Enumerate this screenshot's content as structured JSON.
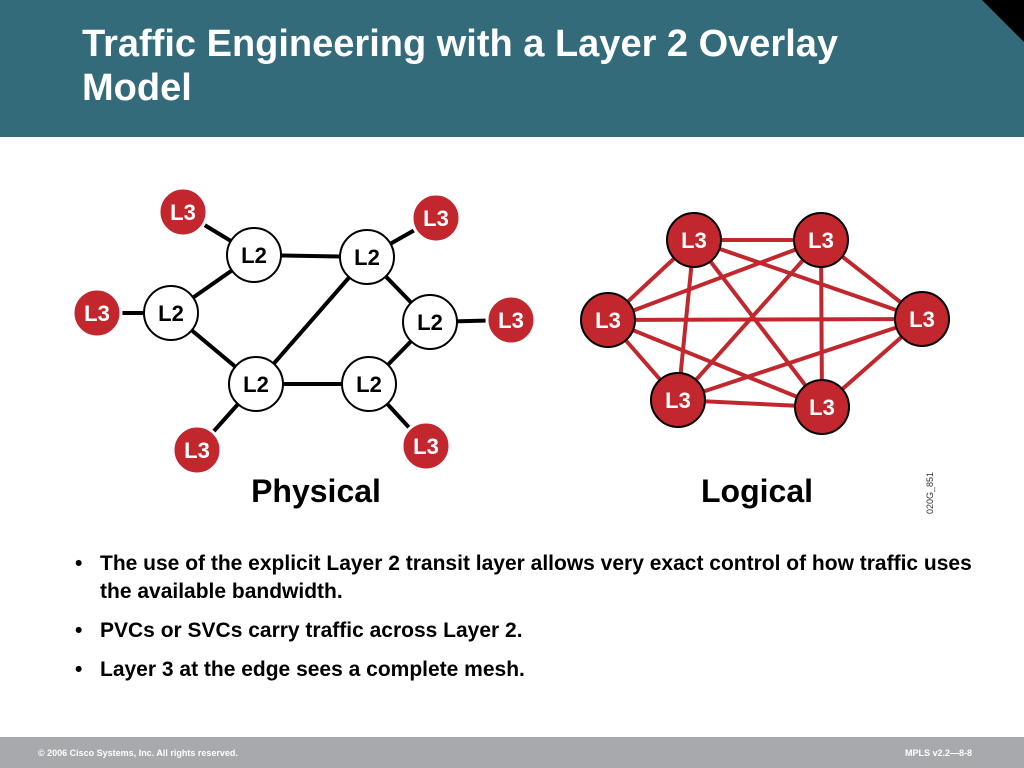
{
  "header": {
    "title_line1": "Traffic Engineering with a Layer 2 Overlay",
    "title_line2": "Model"
  },
  "diagram": {
    "l2_label": "L2",
    "l3_label": "L3",
    "physical_caption": "Physical",
    "logical_caption": "Logical",
    "figure_code": "020G_851",
    "colors": {
      "l3_fill": "#c1272d",
      "mesh_line": "#c1272d",
      "link": "#000000"
    }
  },
  "bullets": [
    "The use of the explicit Layer 2 transit layer allows very exact control of how traffic uses the available bandwidth.",
    "PVCs or SVCs carry traffic across Layer 2.",
    "Layer 3 at the edge sees a complete mesh."
  ],
  "bullet_glyph": "•",
  "footer": {
    "copyright": "© 2006 Cisco Systems, Inc. All rights reserved.",
    "course": "MPLS v2.2—8-8"
  }
}
